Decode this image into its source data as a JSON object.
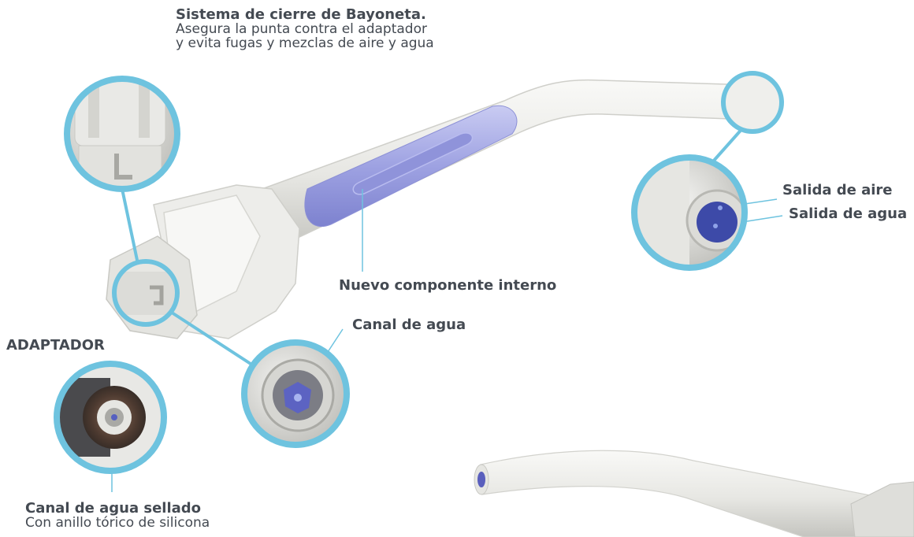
{
  "labels": {
    "bayonet_title": "Sistema de cierre de Bayoneta.",
    "bayonet_line1": "Asegura la punta contra el adaptador",
    "bayonet_line2": "y evita fugas y mezclas de aire y agua",
    "adapter": "ADAPTADOR",
    "new_component": "Nuevo componente interno",
    "water_channel": "Canal de agua",
    "air_outlet": "Salida de aire",
    "water_outlet": "Salida de agua",
    "sealed_title": "Canal de agua sellado",
    "sealed_desc": "Con anillo tórico de silicona"
  },
  "colors": {
    "accent": "#6ec3df",
    "text": "#444a52",
    "tube": "#eeeeea",
    "tube_shadow": "#c9c9c4",
    "inner_component": "#9b9fe0",
    "outlet_blue": "#3d4aa8"
  }
}
